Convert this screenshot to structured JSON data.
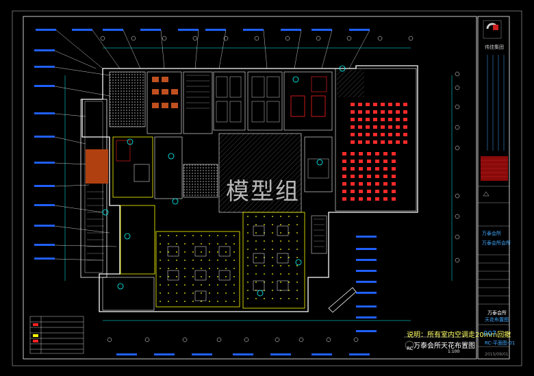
{
  "watermark": "模型组",
  "note": "说明：所有室内空调走20mm回撤",
  "drawing_title": "万泰会所天花布置图",
  "scale": "1:100",
  "ref_id": "RC",
  "title_block": {
    "logo_text": "伟佳集团",
    "project_name": "万泰会所",
    "project_sub": "万泰会所会所",
    "drawing_name_1": "万泰会所",
    "drawing_name_2": "天花布置图",
    "sheet_no": "007",
    "drawing_code": "RC-平面图-01",
    "date": "2015/09/01"
  },
  "colors": {
    "background": "#000000",
    "frame": "#ffffff",
    "walls": "#ffffff",
    "cyan": "#00ffff",
    "yellow": "#ffff00",
    "red": "#ff2020",
    "blue": "#2060ff",
    "orange": "#ff7a00",
    "magenta": "#ff00ff",
    "green": "#00ff66"
  }
}
